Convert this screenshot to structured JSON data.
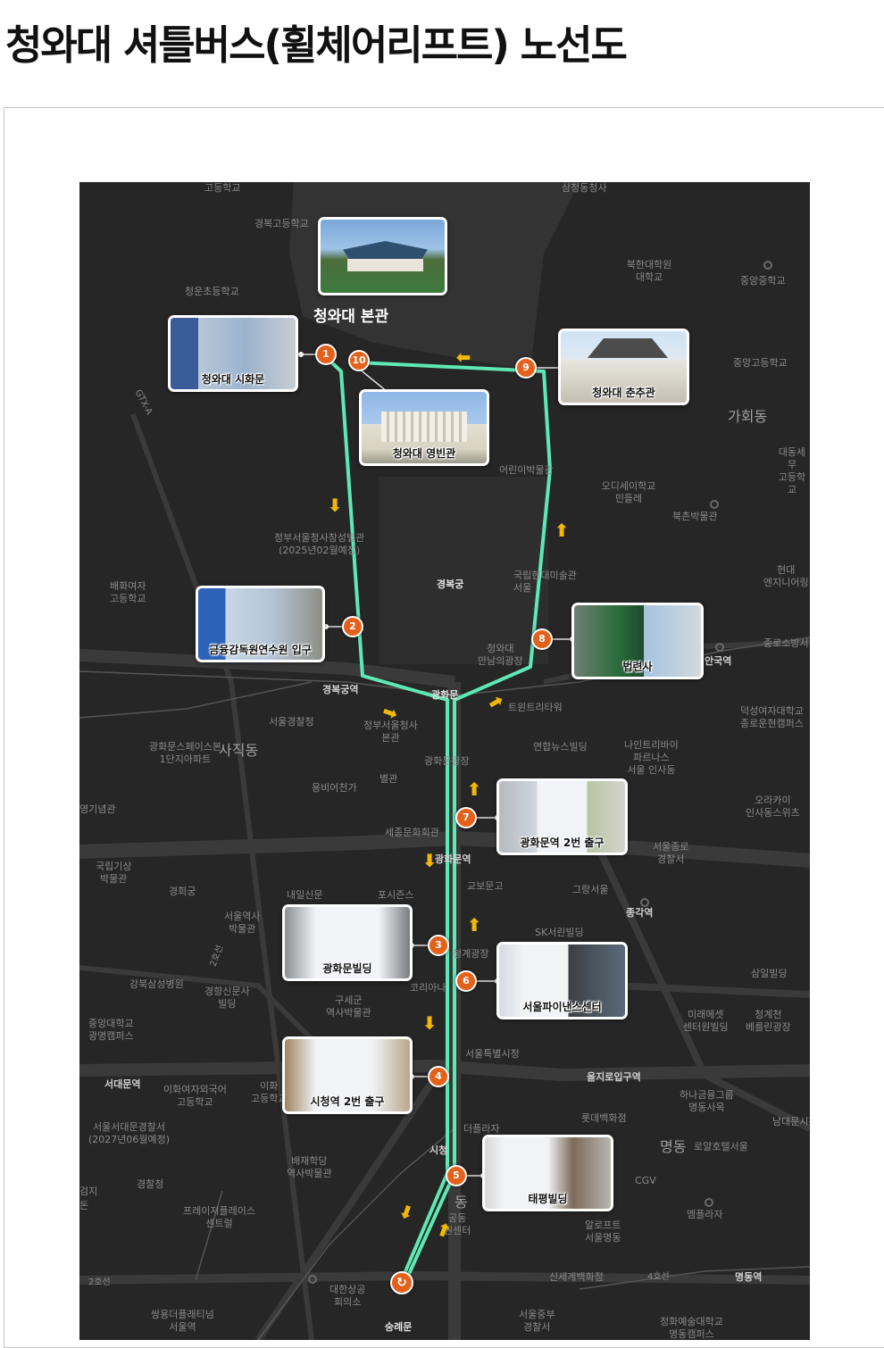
{
  "title": "청와대 셔틀버스(휠체어리프트) 노선도",
  "colors": {
    "route": "#5ee8b5",
    "marker": "#e3611b",
    "arrow": "#f2b705",
    "map_bg": "#262626"
  },
  "stops": {
    "main": "청와대 본관",
    "s1": {
      "num": "1",
      "name": "청와대 시화문"
    },
    "s2": {
      "num": "2",
      "name": "금융감독원연수원 입구"
    },
    "s3": {
      "num": "3",
      "name": "광화문빌딩"
    },
    "s4": {
      "num": "4",
      "name": "시청역 2번 출구"
    },
    "s5": {
      "num": "5",
      "name": "태평빌딩"
    },
    "s6": {
      "num": "6",
      "name": "서울파이낸스센터"
    },
    "s7": {
      "num": "7",
      "name": "광화문역 2번 출구"
    },
    "s8": {
      "num": "8",
      "name": "법련사"
    },
    "s9": {
      "num": "9",
      "name": "청와대 춘추관"
    },
    "s10": {
      "num": "10",
      "name": "청와대 영빈관"
    },
    "start_symbol": "↻"
  },
  "map_labels": {
    "l1": "고등학교",
    "l2": "삼청동청사",
    "l3": "경복고등학교",
    "l4": "북한대학원\n대학교",
    "l5": "중앙중학교",
    "l6": "청운초등학교",
    "l7": "중앙고등학교",
    "l8": "가회동",
    "l9": "어린이박물관",
    "l10": "오디세이학교\n민들레",
    "l11": "대동세무\n고등학교",
    "l12": "북촌박물관",
    "l13": "정부서울청사창성별관\n(2025년02월예정)",
    "l14": "경복궁",
    "l15": "국립현대미술관\n서울",
    "l16": "현대\n엔지니어링",
    "l17": "배화여자\n고등학교",
    "l18": "청와대\n만남의광장",
    "l19": "종로소방서",
    "l20": "안국역",
    "l21": "경복궁역",
    "l22": "광화문",
    "l23": "덕성여자대학교\n종로운현캠퍼스",
    "l24": "서울경찰청",
    "l25": "정부서울청사\n본관",
    "l26": "트윈트리타워",
    "l27": "광화문스페이스본\n1단지아파트",
    "l28": "사직동",
    "l29": "연합뉴스빌딩",
    "l30": "나인트리바이\n파르나스\n서울 인사동",
    "l31": "광화문광장",
    "l32": "용비어천가",
    "l33": "별관",
    "l34": "오라카이\n인사동스위츠",
    "l35": "영기념관",
    "l36": "세종문화회관",
    "l37": "서울종로\n경찰서",
    "l38": "국립기상\n박물관",
    "l39": "광화문역",
    "l40": "경희궁",
    "l41": "교보문고",
    "l42": "그랑서울",
    "l43": "내일신문",
    "l44": "포시즌스",
    "l45": "종각역",
    "l46": "서울역사\n박물관",
    "l47": "SK서린빌딩",
    "l48": "청계광장",
    "l49": "삼일빌딩",
    "l50": "강북삼성병원",
    "l51": "경향신문사\n빌딩",
    "l52": "코리아나",
    "l53": "구세군\n역사박물관",
    "l54": "미래에셋\n센터원빌딩",
    "l55": "청계천\n베를린광장",
    "l56": "중앙대학교\n광명캠퍼스",
    "l57": "서울특별시청",
    "l58": "서대문역",
    "l59": "이화여자외국어\n고등학교",
    "l60": "을지로입구역",
    "l61": "하나금융그룹\n명동사옥",
    "l62": "이화\n고등학교",
    "l63": "남대문시장",
    "l64": "서울서대문경찰서\n(2027년06월예정)",
    "l65": "더플라자",
    "l66": "롯데백화점",
    "l67": "배재학당\n역사박물관",
    "l68": "시청",
    "l69": "명동",
    "l70": "로얄호텔서울",
    "l71": "CGV",
    "l72": "경찰청",
    "l73": "프레이저플레이스\n센트럴",
    "l74": "엠플라자",
    "l75": "알로프트\n서울명동",
    "l76": "공동\n권센터",
    "l77": "신세계백화점",
    "l78": "명동역",
    "l79": "대한상공\n회의소",
    "l80": "쌍용더플래티넘\n서울역",
    "l81": "숭례문",
    "l82": "서울중부\n경찰서",
    "l83": "정화예술대학교\n명동캠퍼스",
    "l84": "4호선",
    "l85": "2호선",
    "l86": "GTX-A",
    "l87": "검지",
    "l88": "돈",
    "l89": "동",
    "l90": "2호선"
  }
}
